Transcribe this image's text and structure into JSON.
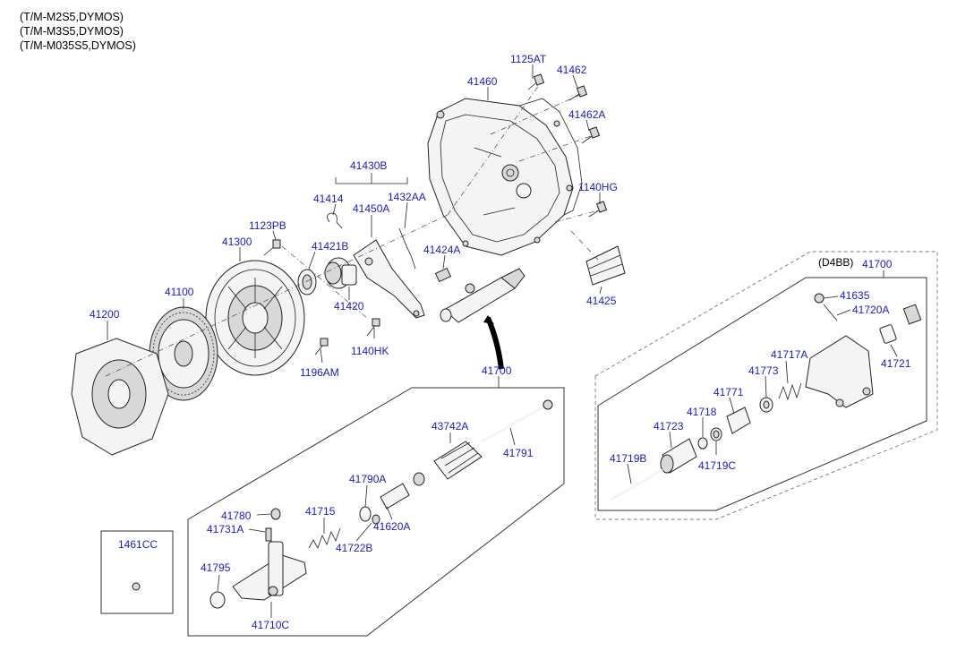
{
  "notes": [
    "(T/M-M2S5,DYMOS)",
    "(T/M-M3S5,DYMOS)",
    "(T/M-M035S5,DYMOS)"
  ],
  "variant_label": "(D4BB)",
  "inset_box_label": "1461CC",
  "part_labels": {
    "p41460": "41460",
    "p1125AT": "1125AT",
    "p41462": "41462",
    "p41462A": "41462A",
    "p1140HG": "1140HG",
    "p41430B": "41430B",
    "p41414": "41414",
    "p1432AA": "1432AA",
    "p41450A": "41450A",
    "p1123PB": "1123PB",
    "p41300": "41300",
    "p41421B": "41421B",
    "p41424A": "41424A",
    "p41425": "41425",
    "p41420": "41420",
    "p41100": "41100",
    "p41200": "41200",
    "p1140HK": "1140HK",
    "p1196AM": "1196AM",
    "p41700_main": "41700",
    "p43742A": "43742A",
    "p41791": "41791",
    "p41790A": "41790A",
    "p41715": "41715",
    "p41620A": "41620A",
    "p41780": "41780",
    "p41731A": "41731A",
    "p41722B": "41722B",
    "p41795": "41795",
    "p41710C": "41710C",
    "p41700_d4bb": "41700",
    "p41635": "41635",
    "p41720A": "41720A",
    "p41717A": "41717A",
    "p41721": "41721",
    "p41773": "41773",
    "p41771": "41771",
    "p41718": "41718",
    "p41723": "41723",
    "p41719B": "41719B",
    "p41719C": "41719C"
  },
  "colors": {
    "label": "#1a1acc",
    "line": "#222222"
  }
}
